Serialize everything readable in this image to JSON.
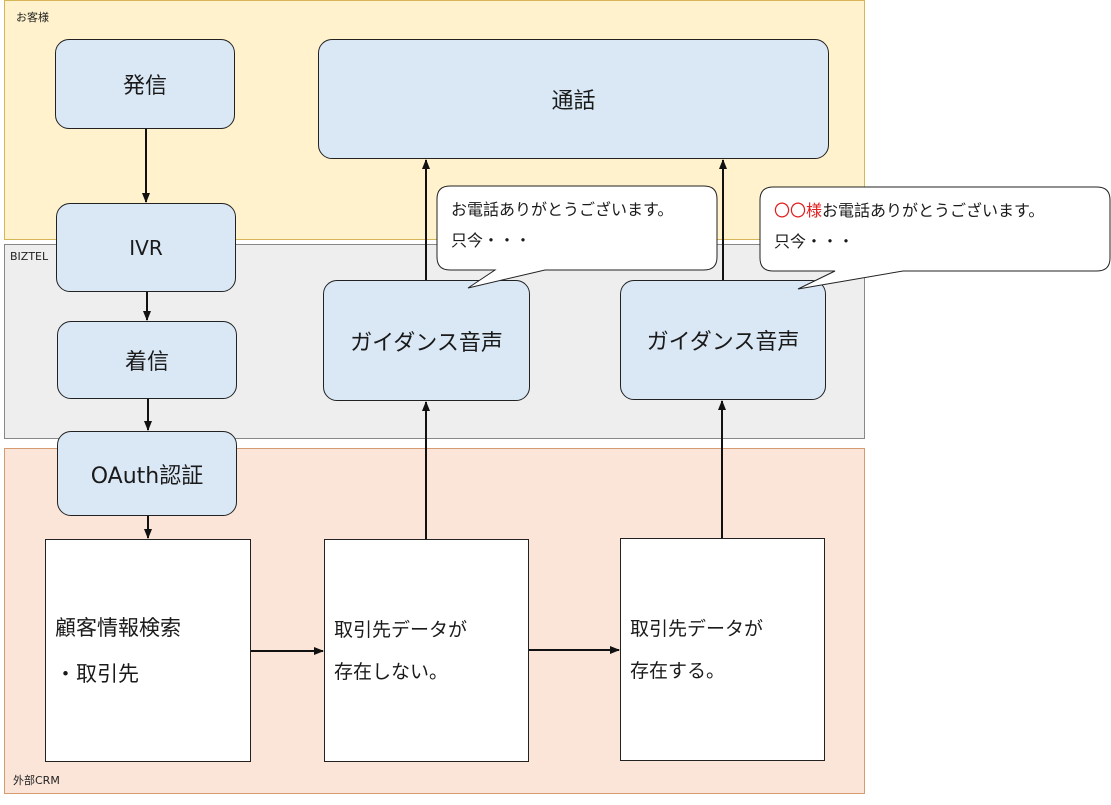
{
  "lanes": {
    "customer": "お客様",
    "biztel": "BIZTEL",
    "crm": "外部CRM"
  },
  "nodes": {
    "hasshin": "発信",
    "tsuuwa": "通話",
    "ivr": "IVR",
    "chakushin": "着信",
    "oauth": "OAuth認証",
    "guidance_1": "ガイダンス音声",
    "guidance_2": "ガイダンス音声",
    "search_line1": "顧客情報検索",
    "search_line2": "・取引先",
    "not_exist_line1": "取引先データが",
    "not_exist_line2": "存在しない。",
    "exist_line1": "取引先データが",
    "exist_line2": "存在する。"
  },
  "bubbles": {
    "generic_line1": "お電話ありがとうございます。",
    "generic_line2": "只今・・・",
    "named_prefix": "〇〇様",
    "named_line1_rest": "お電話ありがとうございます。",
    "named_line2": "只今・・・"
  },
  "colors": {
    "customer_lane": "#fff2cc",
    "customer_lane_border": "#d6b656",
    "biztel_lane": "#eeeeee",
    "biztel_lane_border": "#888888",
    "crm_lane": "#fae5d8",
    "crm_lane_border": "#d79b72",
    "node_fill": "#dae8f6",
    "highlight_text": "#e02020"
  }
}
